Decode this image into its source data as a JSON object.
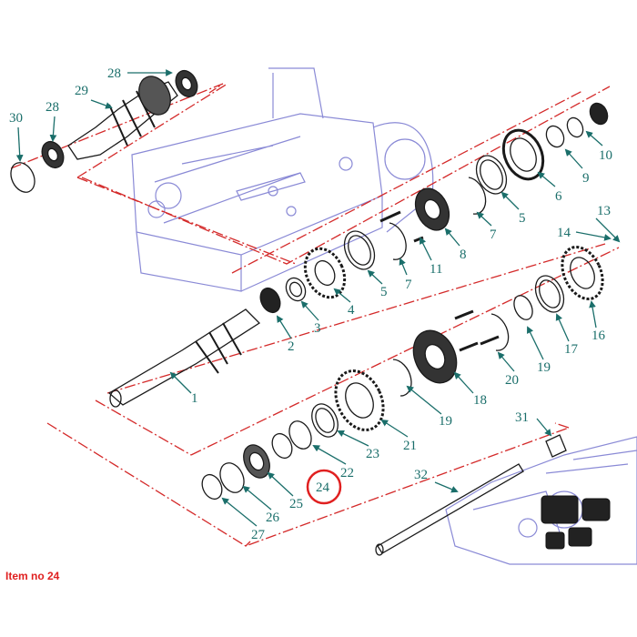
{
  "callouts": [
    {
      "n": "1"
    },
    {
      "n": "2"
    },
    {
      "n": "3"
    },
    {
      "n": "4"
    },
    {
      "n": "5"
    },
    {
      "n": "5"
    },
    {
      "n": "6"
    },
    {
      "n": "7"
    },
    {
      "n": "7"
    },
    {
      "n": "8"
    },
    {
      "n": "9"
    },
    {
      "n": "10"
    },
    {
      "n": "11"
    },
    {
      "n": "13"
    },
    {
      "n": "14"
    },
    {
      "n": "16"
    },
    {
      "n": "17"
    },
    {
      "n": "18"
    },
    {
      "n": "19"
    },
    {
      "n": "19"
    },
    {
      "n": "20"
    },
    {
      "n": "21"
    },
    {
      "n": "22"
    },
    {
      "n": "23"
    },
    {
      "n": "24"
    },
    {
      "n": "25"
    },
    {
      "n": "26"
    },
    {
      "n": "27"
    },
    {
      "n": "28"
    },
    {
      "n": "28"
    },
    {
      "n": "29"
    },
    {
      "n": "30"
    },
    {
      "n": "31"
    },
    {
      "n": "32"
    }
  ],
  "highlight": {
    "item": "24",
    "color": "#e02020"
  },
  "caption": "Item no 24",
  "colors": {
    "label": "#1a6e6a",
    "leader": "#d42a2a",
    "outline": "#1a1a1a",
    "housing": "#8a8ad6"
  }
}
